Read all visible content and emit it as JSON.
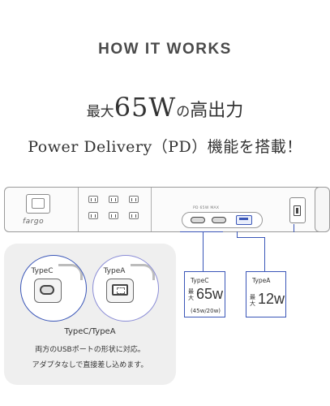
{
  "header": {
    "kicker": "HOW IT WORKS",
    "line1_prefix": "最大",
    "line1_value": "65W",
    "line1_no": "の",
    "line1_suffix": "高出力",
    "line2": "Power Delivery（PD）機能を搭載！"
  },
  "strip": {
    "brand": "fargo",
    "pd_label": "PD 65W MAX"
  },
  "spec_typec": {
    "title": "TypeC",
    "vertical": "最大",
    "value": "65w",
    "sub": "(45w/20w)"
  },
  "spec_typea": {
    "title": "TypeA",
    "vertical": "最大",
    "value": "12w"
  },
  "panel": {
    "typec_label": "TypeC",
    "typea_label": "TypeA",
    "title": "TypeC/TypeA",
    "desc1": "両方のUSBポートの形状に対応。",
    "desc2": "アダプタなしで直接差し込めます。"
  },
  "colors": {
    "accent": "#3a56b8",
    "panel_bg": "#efefef",
    "text": "#333333"
  }
}
